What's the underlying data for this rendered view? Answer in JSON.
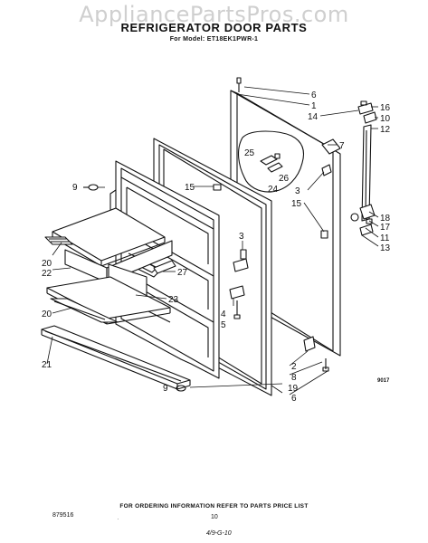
{
  "watermark": "AppliancePartsPros.com",
  "title": "REFRIGERATOR DOOR PARTS",
  "model_line": "For Model: ET18EK1PWR-1",
  "figure_code": "9017",
  "footer": {
    "ordering_note": "FOR ORDERING INFORMATION REFER TO PARTS PRICE LIST",
    "left_code": "879516",
    "page_number": "10",
    "date_note": "4/9-G-10",
    "dot": "·"
  },
  "callouts": [
    {
      "id": "c6a",
      "text": "6"
    },
    {
      "id": "c1",
      "text": "1"
    },
    {
      "id": "c14",
      "text": "14"
    },
    {
      "id": "c16",
      "text": "16"
    },
    {
      "id": "c10",
      "text": "10"
    },
    {
      "id": "c12",
      "text": "12"
    },
    {
      "id": "c7",
      "text": "7"
    },
    {
      "id": "c25",
      "text": "25"
    },
    {
      "id": "c26",
      "text": "26"
    },
    {
      "id": "c24",
      "text": "24"
    },
    {
      "id": "c3a",
      "text": "3"
    },
    {
      "id": "c15a",
      "text": "15"
    },
    {
      "id": "c15b",
      "text": "15"
    },
    {
      "id": "c9a",
      "text": "9"
    },
    {
      "id": "c18",
      "text": "18"
    },
    {
      "id": "c17",
      "text": "17"
    },
    {
      "id": "c11",
      "text": "11"
    },
    {
      "id": "c13",
      "text": "13"
    },
    {
      "id": "c3b",
      "text": "3"
    },
    {
      "id": "c20a",
      "text": "20"
    },
    {
      "id": "c22",
      "text": "22"
    },
    {
      "id": "c27",
      "text": "27"
    },
    {
      "id": "c23",
      "text": "23"
    },
    {
      "id": "c20b",
      "text": "20"
    },
    {
      "id": "c4",
      "text": "4"
    },
    {
      "id": "c5",
      "text": "5"
    },
    {
      "id": "c21",
      "text": "21"
    },
    {
      "id": "c2",
      "text": "2"
    },
    {
      "id": "c8",
      "text": "8"
    },
    {
      "id": "c9b",
      "text": "9"
    },
    {
      "id": "c19",
      "text": "19"
    },
    {
      "id": "c6b",
      "text": "6"
    }
  ]
}
